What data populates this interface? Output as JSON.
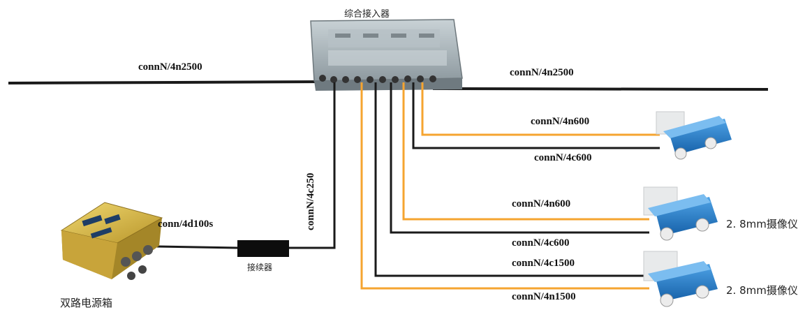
{
  "title": "综合接入器",
  "labels": {
    "main_left": "connN/4n2500",
    "main_right": "connN/4n2500",
    "cam1_orange": "connN/4n600",
    "cam1_black": "connN/4c600",
    "cam2_orange": "connN/4n600",
    "cam2_black": "connN/4c600",
    "cam3_black": "connN/4c1500",
    "cam3_orange": "connN/4n1500",
    "vertical_link": "connN/4c250",
    "power_link": "conn/4d100s"
  },
  "devices": {
    "power_box": "双路电源箱",
    "connector": "接续器",
    "camera2_label": "2. 8mm摄像仪",
    "camera3_label": "2. 8mm摄像仪"
  },
  "colors": {
    "orange_cable": "#f5a430",
    "black_cable": "#1a1a1a",
    "camera_blue": "#1f78c8",
    "access_box": "#a9b4b9",
    "power_box": "#d9b640"
  }
}
